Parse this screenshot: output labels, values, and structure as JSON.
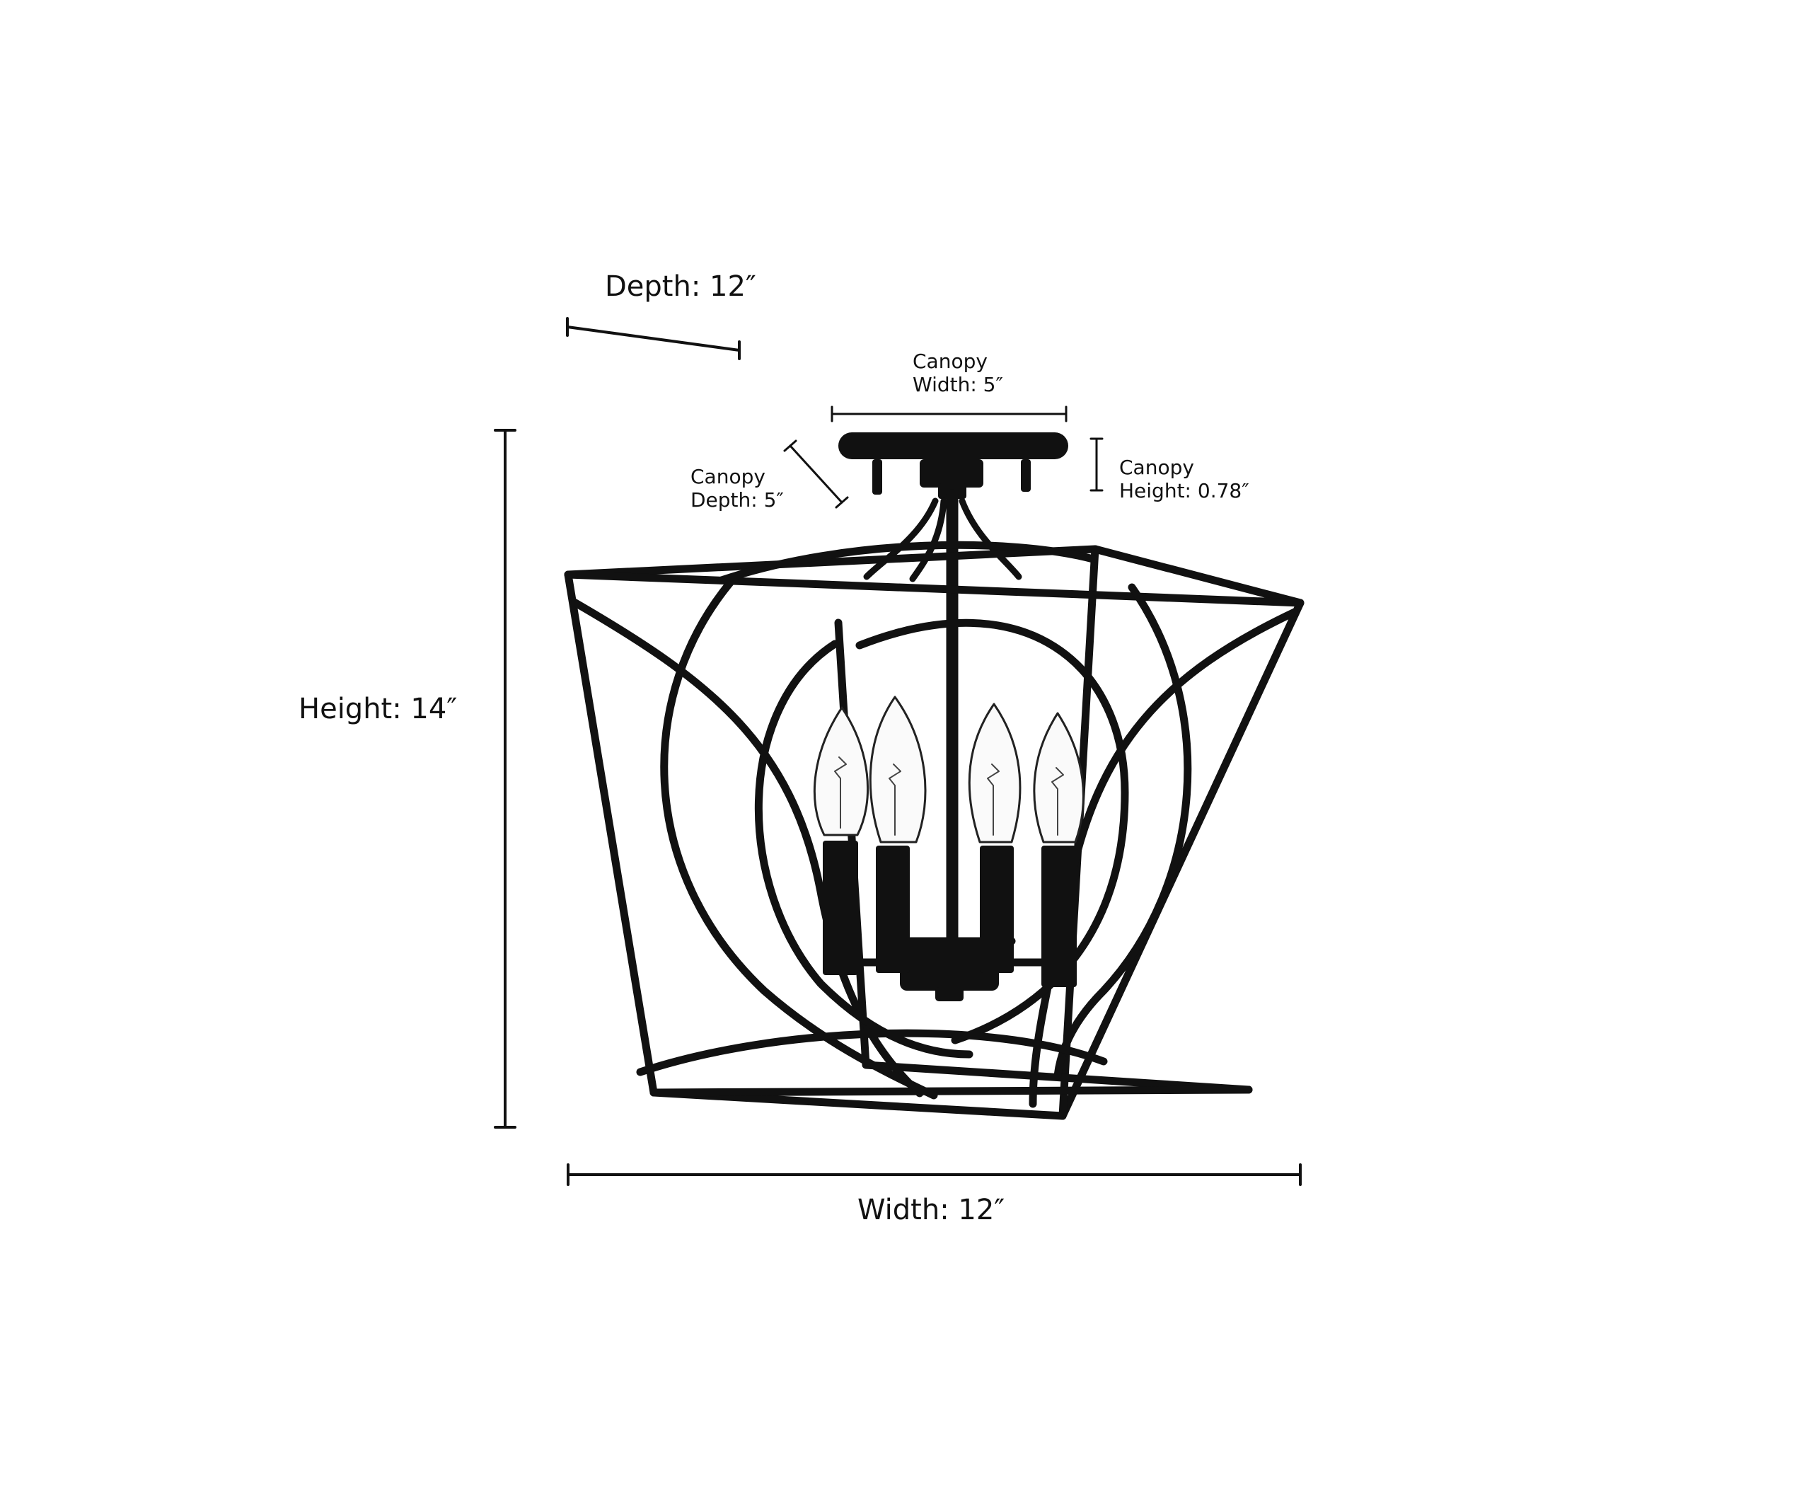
{
  "dimensions": {
    "depth": "Depth: 12″",
    "height": "Height: 14″",
    "width": "Width: 12″",
    "canopy_width": [
      "Canopy",
      "Width: 5″"
    ],
    "canopy_depth": [
      "Canopy",
      "Depth: 5″"
    ],
    "canopy_height": [
      "Canopy",
      "Height: 0.78″"
    ]
  },
  "fixture": {
    "icon": "lantern-ceiling-light-icon",
    "bulb_count": 4,
    "finish_color": "#111111"
  }
}
